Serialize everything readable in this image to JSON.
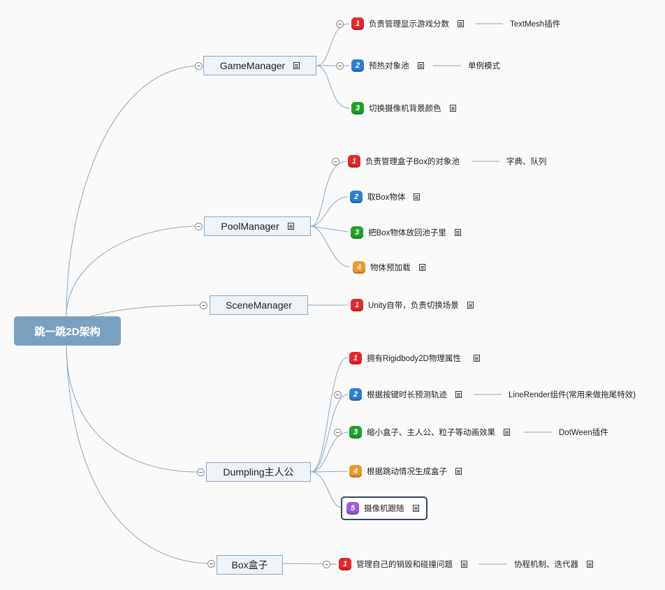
{
  "root": {
    "label": "跳一跳2D架构"
  },
  "branches": [
    {
      "label": "GameManager",
      "children": [
        {
          "num": "1",
          "label": "负责管理显示游戏分数",
          "sub": "TextMesh插件"
        },
        {
          "num": "2",
          "label": "预热对象池",
          "sub": "单例模式"
        },
        {
          "num": "3",
          "label": "切换摄像机背景颜色"
        }
      ]
    },
    {
      "label": "PoolManager",
      "children": [
        {
          "num": "1",
          "label": "负责管理盒子Box的对象池",
          "sub": "字典、队列"
        },
        {
          "num": "2",
          "label": "取Box物体"
        },
        {
          "num": "3",
          "label": "把Box物体放回池子里"
        },
        {
          "num": "4",
          "label": "物体预加载"
        }
      ]
    },
    {
      "label": "SceneManager",
      "children": [
        {
          "num": "1",
          "label": "Unity自带，负责切换场景"
        }
      ]
    },
    {
      "label": "Dumpling主人公",
      "children": [
        {
          "num": "1",
          "label": "拥有Rigidbody2D物理属性"
        },
        {
          "num": "2",
          "label": "根据按键时长预测轨迹",
          "sub": "LineRender组件(常用来做拖尾特效)"
        },
        {
          "num": "3",
          "label": "缩小盒子、主人公、粒子等动画效果",
          "sub": "DotWeen插件"
        },
        {
          "num": "4",
          "label": "根据跳动情况生成盒子"
        },
        {
          "num": "5",
          "label": "摄像机跟随"
        }
      ]
    },
    {
      "label": "Box盒子",
      "children": [
        {
          "num": "1",
          "label": "管理自己的销毁和碰撞问题",
          "sub": "协程机制、迭代器"
        }
      ]
    }
  ],
  "colors": {
    "line": "#8aa8c4",
    "root": "#7aa2c0",
    "badge1": "#e8262a",
    "badge2": "#2a7fd8",
    "badge3": "#22a12a",
    "badge4": "#f0962e",
    "badge5": "#9a5be0"
  }
}
